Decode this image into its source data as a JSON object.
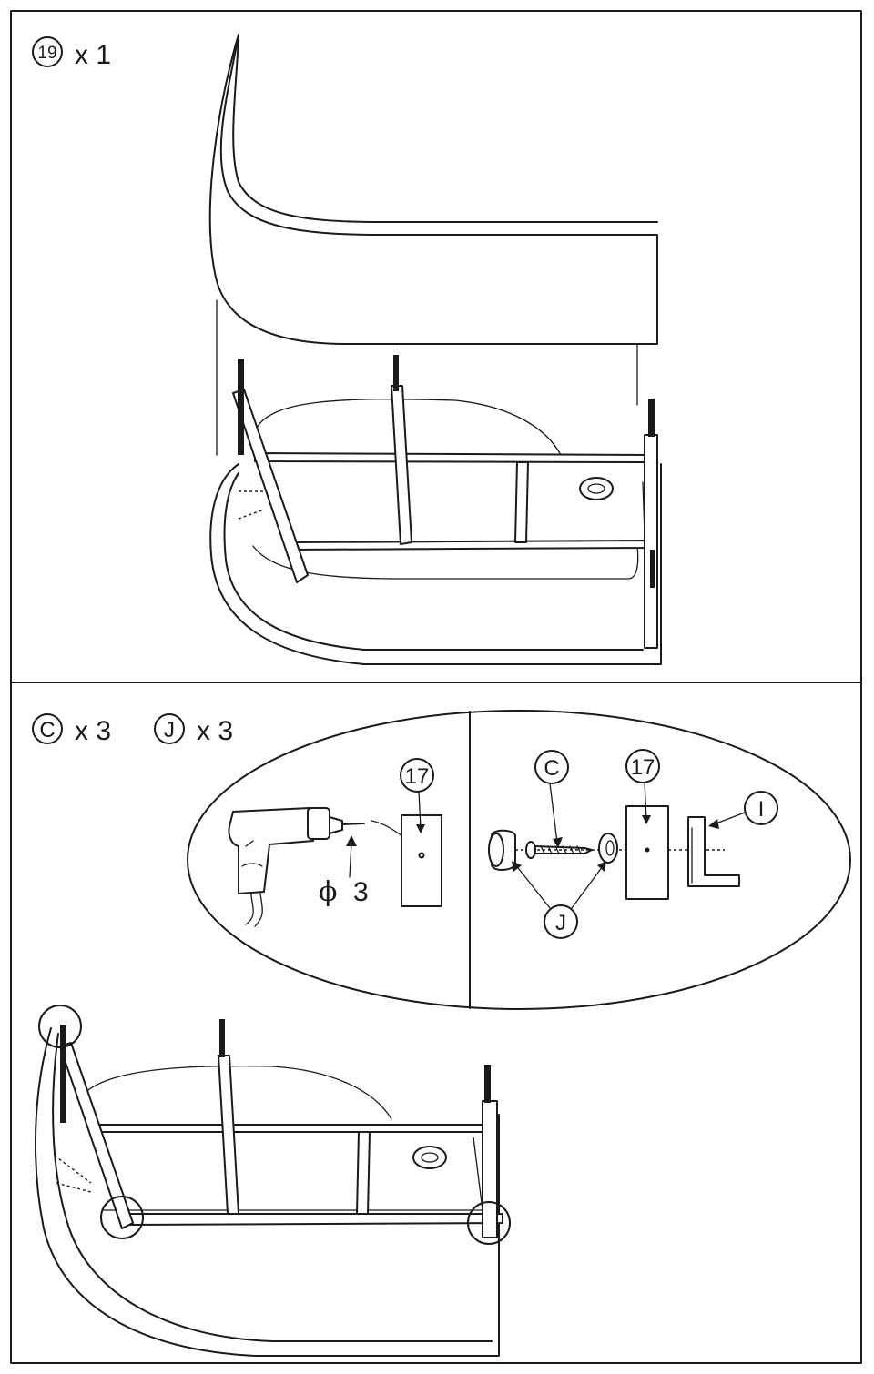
{
  "step1": {
    "part_number": "19",
    "quantity_text": "x 1"
  },
  "step2": {
    "part_c_letter": "C",
    "part_c_qty": "x 3",
    "part_j_letter": "J",
    "part_j_qty": "x 3",
    "drill_panel": {
      "part_number": "17",
      "diameter_symbol": "ϕ",
      "diameter_value": "3"
    },
    "assembly_panel": {
      "label_c": "C",
      "label_17": "17",
      "label_i": "I",
      "label_j": "J"
    }
  }
}
